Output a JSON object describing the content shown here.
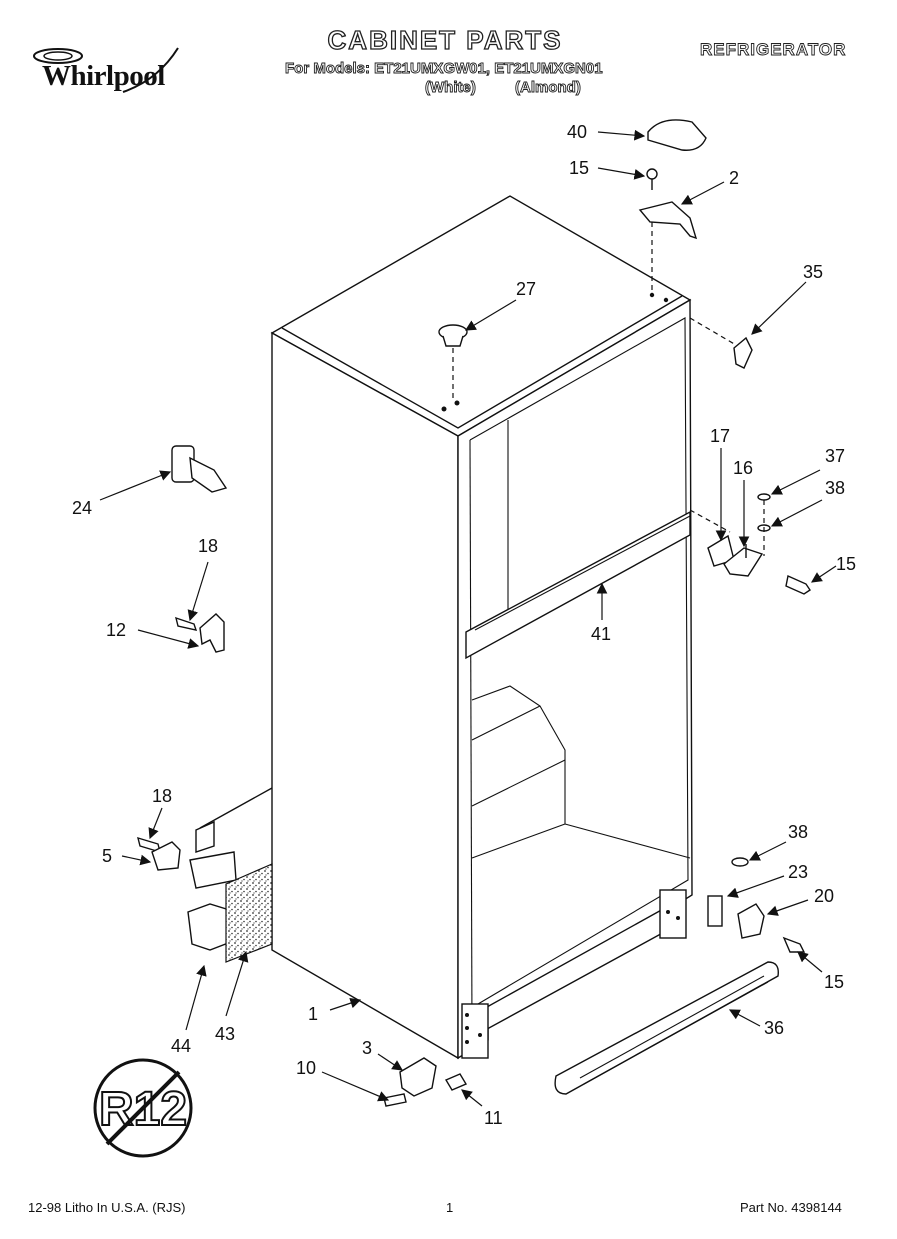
{
  "header": {
    "brand": "Whirlpool",
    "title": "CABINET PARTS",
    "models_line": "For Models: ET21UMXGW01, ET21UMXGN01",
    "variant_white": "(White)",
    "variant_almond": "(Almond)",
    "appliance": "REFRIGERATOR"
  },
  "footer": {
    "print_info": "12-98 Litho In U.S.A. (RJS)",
    "page_number": "1",
    "part_number": "Part No. 4398144"
  },
  "badge": {
    "label": "R12",
    "meaning": "no-r12-symbol"
  },
  "callouts": {
    "c40": "40",
    "c15a": "15",
    "c2": "2",
    "c35": "35",
    "c27": "27",
    "c17": "17",
    "c16": "16",
    "c37": "37",
    "c38a": "38",
    "c15b": "15",
    "c24": "24",
    "c18a": "18",
    "c12": "12",
    "c41": "41",
    "c18b": "18",
    "c5": "5",
    "c44": "44",
    "c43": "43",
    "c38b": "38",
    "c23": "23",
    "c20": "20",
    "c15c": "15",
    "c36": "36",
    "c1": "1",
    "c3": "3",
    "c10": "10",
    "c11": "11"
  }
}
